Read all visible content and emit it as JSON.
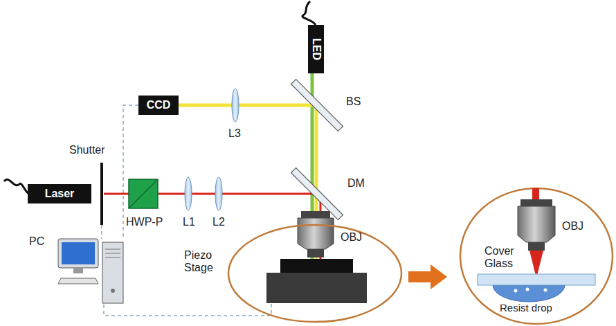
{
  "diagram": {
    "nodes": [
      {
        "text": [
          "LED"
        ]
      },
      {
        "text": [
          "CCD"
        ]
      },
      {
        "text": [
          "Laser"
        ]
      }
    ],
    "labels": [
      "Shutter",
      "HWP-P",
      "L1",
      "L2",
      "L3",
      "BS",
      "DM",
      "OBJ",
      "PC",
      "Piezo Stage",
      "OBJ",
      "Cover Glass",
      "Resist drop"
    ]
  }
}
